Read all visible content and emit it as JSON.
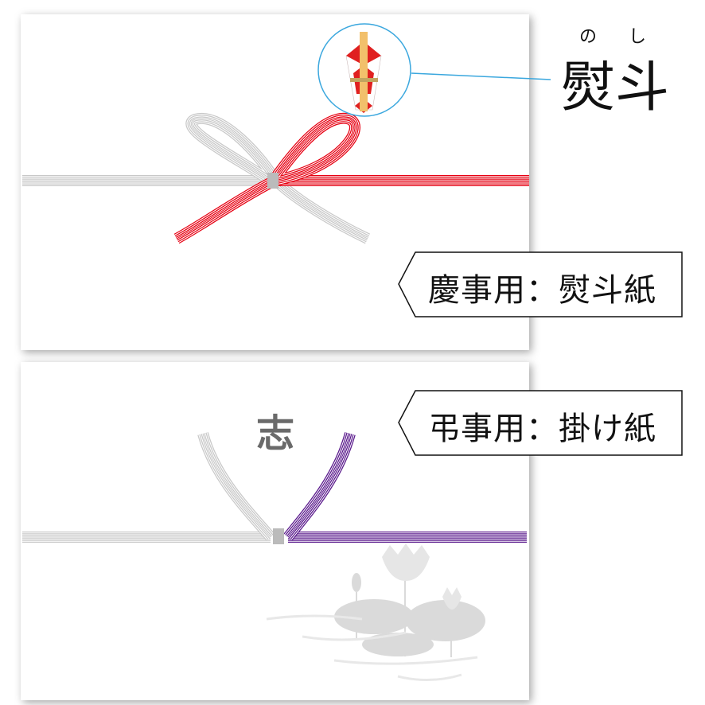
{
  "noshi": {
    "title": "熨斗",
    "furigana": "のし"
  },
  "celebration_label": "慶事用：熨斗紙",
  "condolence_label": "弔事用：掛け紙",
  "condolence_inscription": "志",
  "colors": {
    "red": "#e60012",
    "silver": "#c8c8c8",
    "purple": "#5a1a8c",
    "callout": "#3aa7de"
  }
}
